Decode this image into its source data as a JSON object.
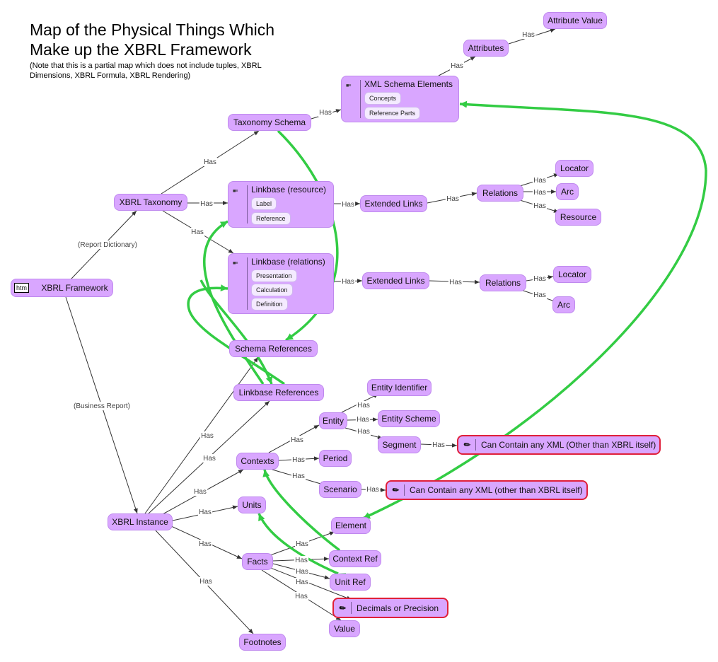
{
  "title": [
    "Map of the Physical Things Which",
    "Make up the XBRL Framework"
  ],
  "subtitle": [
    "(Note that this is a partial map which does not include tuples, XBRL",
    "Dimensions, XBRL Formula, XBRL Rendering)"
  ],
  "colors": {
    "node_fill": "#d9a6ff",
    "highlight_border": "#e0203a",
    "connector": "#33cc44",
    "edge": "#333333"
  },
  "nodes": {
    "xbrl_framework": "XBRL Framework",
    "htm_badge": "htm",
    "xbrl_taxonomy": "XBRL Taxonomy",
    "taxonomy_schema": "Taxonomy Schema",
    "xml_schema_elements": {
      "title": "XML Schema Elements",
      "items": [
        "Concepts",
        "Reference Parts"
      ]
    },
    "attributes": "Attributes",
    "attribute_value": "Attribute Value",
    "linkbase_resource": {
      "title": "Linkbase (resource)",
      "items": [
        "Label",
        "Reference"
      ]
    },
    "linkbase_relations": {
      "title": "Linkbase (relations)",
      "items": [
        "Presentation",
        "Calculation",
        "Definition"
      ]
    },
    "extended_links_1": "Extended Links",
    "extended_links_2": "Extended Links",
    "relations_1": "Relations",
    "relations_2": "Relations",
    "locator_1": "Locator",
    "arc_1": "Arc",
    "resource": "Resource",
    "locator_2": "Locator",
    "arc_2": "Arc",
    "schema_references": "Schema References",
    "linkbase_references": "Linkbase References",
    "xbrl_instance": "XBRL Instance",
    "contexts": "Contexts",
    "entity": "Entity",
    "entity_identifier": "Entity Identifier",
    "entity_scheme": "Entity Scheme",
    "segment": "Segment",
    "segment_xml": "Can Contain any XML (Other than XBRL itself)",
    "period": "Period",
    "scenario": "Scenario",
    "scenario_xml": "Can Contain any XML (other than XBRL itself)",
    "units": "Units",
    "facts": "Facts",
    "element": "Element",
    "context_ref": "Context Ref",
    "unit_ref": "Unit Ref",
    "decimals": "Decimals or Precision",
    "value": "Value",
    "footnotes": "Footnotes"
  },
  "edge_labels": {
    "has": "Has",
    "report_dictionary": "(Report Dictionary)",
    "business_report": "(Business Report)"
  }
}
